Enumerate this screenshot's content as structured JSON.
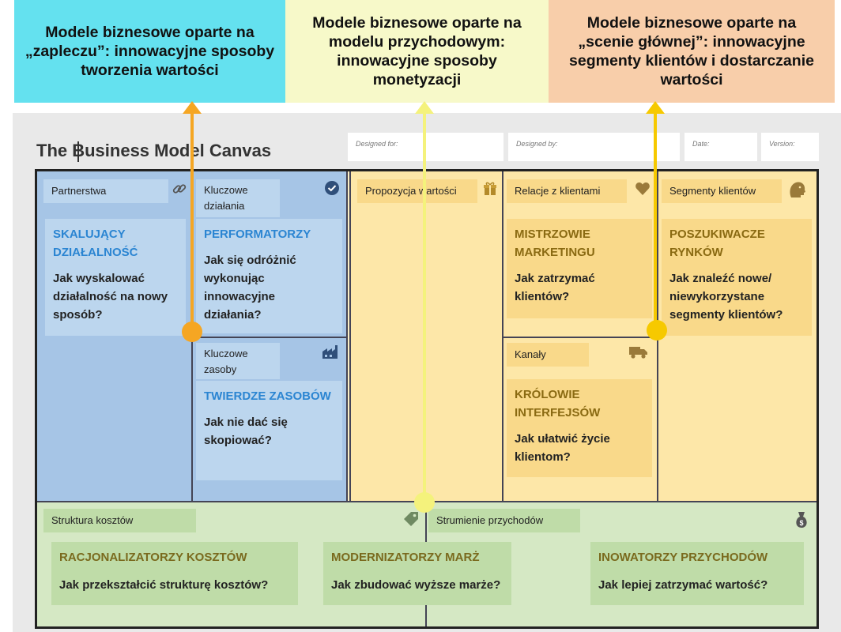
{
  "headers": {
    "backstage": "Modele biznesowe oparte na „zapleczu”: innowacyjne sposoby tworzenia wartości",
    "revenue": "Modele biznesowe oparte na modelu przychodowym: innowacyjne sposoby monetyzacji",
    "frontstage": "Modele biznesowe oparte na „scenie głównej”: innowacyjne segmenty klientów i dostarczanie wartości"
  },
  "header_colors": {
    "backstage": "#64e1ef",
    "revenue": "#f7f9c9",
    "frontstage": "#f8ceaa"
  },
  "canvas": {
    "title": "The Business Model Canvas",
    "designed_for": "Designed for:",
    "designed_by": "Designed by:",
    "date": "Date:",
    "version": "Version:"
  },
  "blocks": {
    "partners": {
      "label": "Partnerstwa",
      "icon": "link-icon",
      "note_title": "SKALUJĄCY DZIAŁALNOŚĆ",
      "note_question": "Jak wyskalować działalność na nowy sposób?"
    },
    "activities": {
      "label": "Kluczowe działania",
      "icon": "check-circle-icon",
      "note_title": "PERFORMATORZY",
      "note_question": "Jak się odróżnić wykonując innowacyjne działania?"
    },
    "resources": {
      "label": "Kluczowe zasoby",
      "icon": "factory-icon",
      "note_title": "TWIERDZE ZASOBÓW",
      "note_question": "Jak nie dać się skopiować?"
    },
    "value": {
      "label": "Propozycja wartości",
      "icon": "gift-icon"
    },
    "relationships": {
      "label": "Relacje z klientami",
      "icon": "heart-icon",
      "note_title": "MISTRZOWIE MARKETINGU",
      "note_question": "Jak zatrzymać klientów?"
    },
    "channels": {
      "label": "Kanały",
      "icon": "truck-icon",
      "note_title": "KRÓLOWIE INTERFEJSÓW",
      "note_question": "Jak ułatwić życie klientom?"
    },
    "segments": {
      "label": "Segmenty klientów",
      "icon": "person-icon",
      "note_title": "POSZUKIWACZE RYNKÓW",
      "note_question": "Jak znaleźć nowe/ niewykorzystane segmenty klientów?"
    },
    "costs": {
      "label": "Struktura kosztów",
      "icon": "tag-icon",
      "note_title": "RACJONALIZATORZY KOSZTÓW",
      "note_question": "Jak przekształcić strukturę kosztów?"
    },
    "revenue": {
      "label": "Strumienie przychodów",
      "icon": "money-bag-icon",
      "note1_title": "MODERNIZATORZY MARŻ",
      "note1_question": "Jak zbudować wyższe marże?",
      "note2_title": "INOWATORZY PRZYCHODÓW",
      "note2_question": "Jak lepiej zatrzymać wartość?"
    }
  },
  "colors": {
    "blue_block": "#a6c5e6",
    "blue_note": "#bcd6ee",
    "gold_block": "#fde7a8",
    "gold_note": "#f9d98a",
    "green_block": "#d5e8c4",
    "green_note": "#bfdca8",
    "line_orange": "#f5a623",
    "line_yellow": "#f4f27c",
    "line_gold": "#f6c900"
  }
}
